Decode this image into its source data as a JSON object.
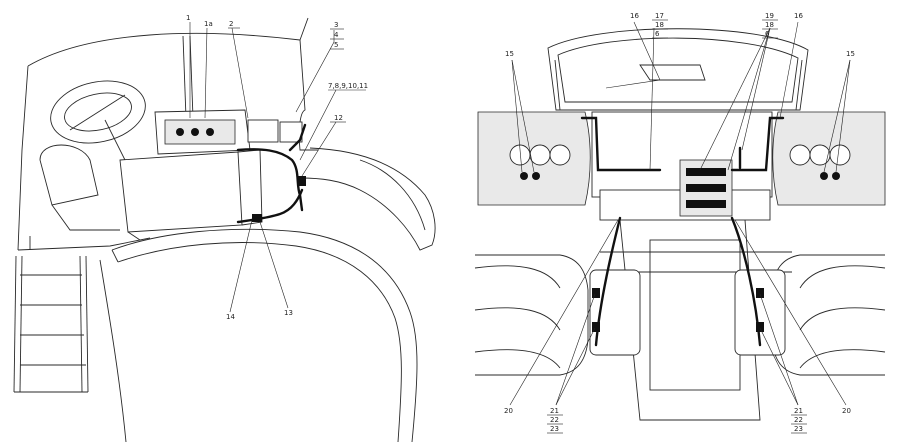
{
  "callouts": {
    "left": {
      "c1": "1",
      "c1a": "1a",
      "c2": "2",
      "c3": "3",
      "c4": "4",
      "c5": "5",
      "c7_11": "7,8,9,10,11",
      "c12": "12",
      "c13": "13",
      "c14": "14"
    },
    "right": {
      "c16a": "16",
      "c17": "17",
      "c18a": "18",
      "c6a": "6",
      "c19": "19",
      "c18b": "18",
      "c6b": "6",
      "c16b": "16",
      "c15a": "15",
      "c15b": "15",
      "c20a": "20",
      "c20b": "20",
      "c21a": "21",
      "c22a": "22",
      "c23a": "23",
      "c21b": "21",
      "c22b": "22",
      "c23b": "23"
    }
  },
  "icons": {
    "left_view": "tractor-cab-side-view-drawing",
    "right_view": "tractor-rear-view-drawing"
  }
}
